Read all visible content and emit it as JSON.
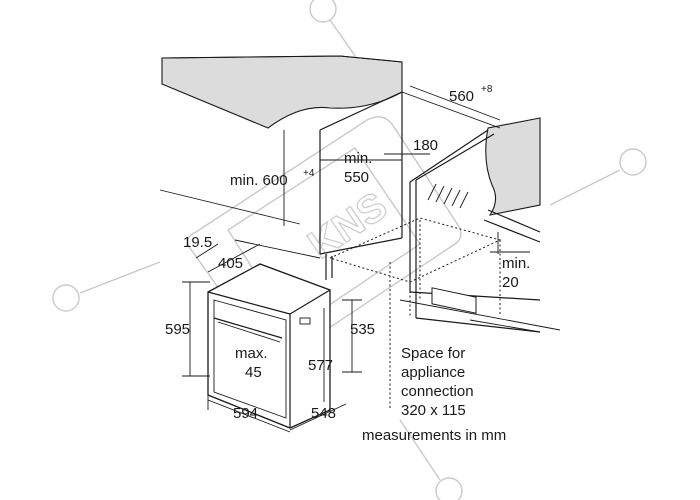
{
  "dimensions": {
    "niche_depth": "560",
    "niche_depth_tolerance": "+8",
    "niche_height_min": "min. 600",
    "niche_height_tolerance": "+4",
    "min_550_line1": "min.",
    "min_550_line2": "550",
    "gap_180": "180",
    "min_20_line1": "min.",
    "min_20_line2": "20",
    "dim_19_5": "19.5",
    "dim_405": "405",
    "oven_height": "595",
    "inner_577": "577",
    "oven_535": "535",
    "max_45_line1": "max.",
    "max_45_line2": "45",
    "oven_width": "594",
    "oven_depth": "548"
  },
  "notes": {
    "space_line1": "Space for",
    "space_line2": "appliance",
    "space_line3": "connection",
    "space_line4": "320 x 115",
    "units": "measurements in mm"
  },
  "watermark": {
    "text": "KNS"
  }
}
